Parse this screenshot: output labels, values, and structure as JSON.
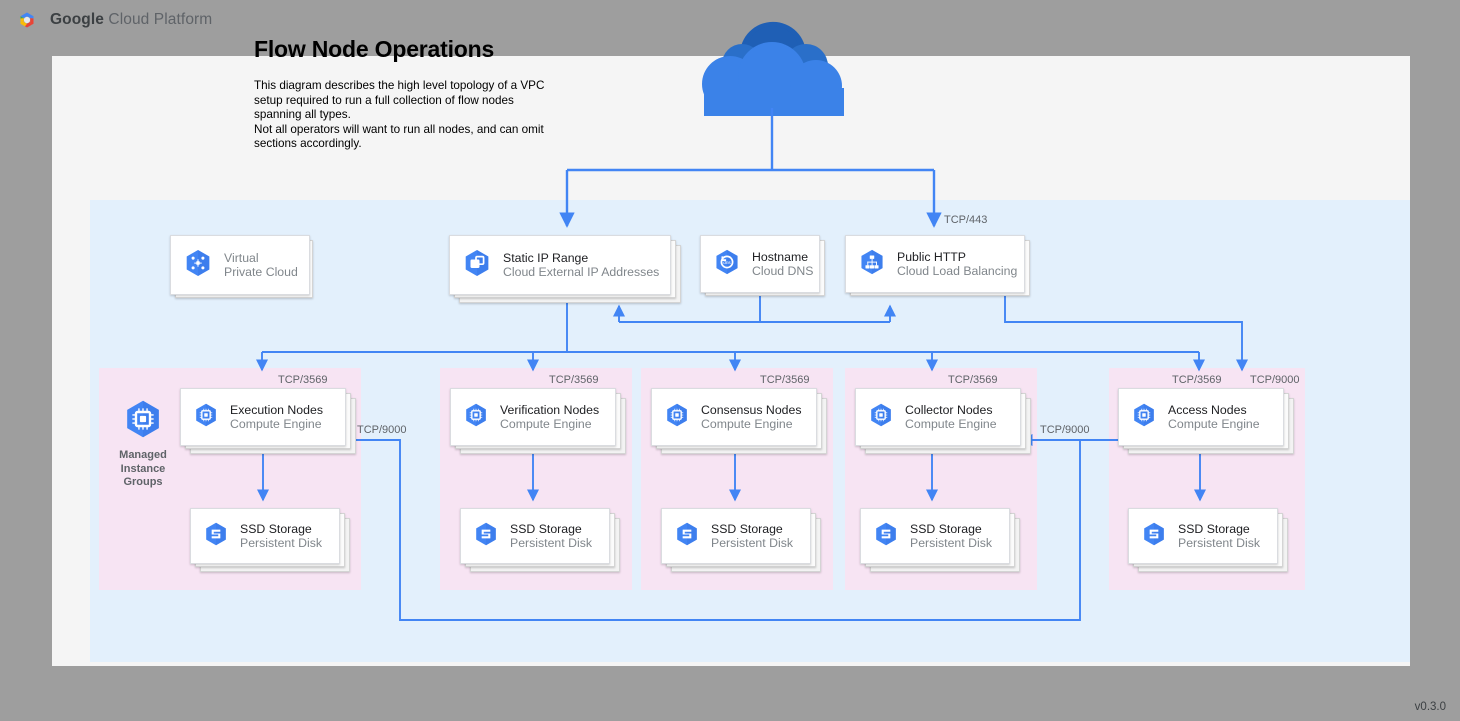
{
  "header": {
    "logo_icon": "google-cloud-platform-logo",
    "brand_bold": "Google",
    "brand_rest": " Cloud Platform"
  },
  "diagram": {
    "title": "Flow Node Operations",
    "description": "This diagram describes the high level topology of a VPC setup required to run a full collection of flow nodes spanning all types.\nNot all operators will want to run all nodes, and can omit sections accordingly.",
    "internet_cloud_icon": "cloud-icon",
    "version": "v0.3.0"
  },
  "vpc_row": {
    "vpc_card": {
      "title": "Virtual",
      "subtitle": "Private Cloud",
      "icon": "virtual-private-cloud-icon"
    },
    "static_ip": {
      "title": "Static IP Range",
      "subtitle": "Cloud External IP Addresses",
      "icon": "external-ip-icon"
    },
    "hostname": {
      "title": "Hostname",
      "subtitle": "Cloud DNS",
      "icon": "cloud-dns-icon"
    },
    "public_http": {
      "title": "Public HTTP",
      "subtitle": "Cloud Load Balancing",
      "icon": "load-balancing-icon"
    }
  },
  "mig": {
    "icon": "managed-instance-groups-icon",
    "label": "Managed\nInstance\nGroups"
  },
  "node_groups": [
    {
      "id": "execution",
      "node": {
        "title": "Execution Nodes",
        "subtitle": "Compute Engine",
        "icon": "compute-engine-icon"
      },
      "storage": {
        "title": "SSD Storage",
        "subtitle": "Persistent Disk",
        "icon": "persistent-disk-icon"
      },
      "ingress_port": "TCP/3569"
    },
    {
      "id": "verification",
      "node": {
        "title": "Verification Nodes",
        "subtitle": "Compute Engine",
        "icon": "compute-engine-icon"
      },
      "storage": {
        "title": "SSD Storage",
        "subtitle": "Persistent Disk",
        "icon": "persistent-disk-icon"
      },
      "ingress_port": "TCP/3569"
    },
    {
      "id": "consensus",
      "node": {
        "title": "Consensus Nodes",
        "subtitle": "Compute Engine",
        "icon": "compute-engine-icon"
      },
      "storage": {
        "title": "SSD Storage",
        "subtitle": "Persistent Disk",
        "icon": "persistent-disk-icon"
      },
      "ingress_port": "TCP/3569"
    },
    {
      "id": "collector",
      "node": {
        "title": "Collector Nodes",
        "subtitle": "Compute Engine",
        "icon": "compute-engine-icon"
      },
      "storage": {
        "title": "SSD Storage",
        "subtitle": "Persistent Disk",
        "icon": "persistent-disk-icon"
      },
      "ingress_port": "TCP/3569"
    },
    {
      "id": "access",
      "node": {
        "title": "Access Nodes",
        "subtitle": "Compute Engine",
        "icon": "compute-engine-icon"
      },
      "storage": {
        "title": "SSD Storage",
        "subtitle": "Persistent Disk",
        "icon": "persistent-disk-icon"
      },
      "ingress_port": "TCP/3569",
      "ingress_port_2": "TCP/9000"
    }
  ],
  "connector_labels": {
    "tcp443": "TCP/443",
    "tcp9000_to_execution": "TCP/9000",
    "tcp9000_to_collector": "TCP/9000"
  },
  "colors": {
    "accent_blue": "#4285f4",
    "vpc_fill": "#e3f0fc",
    "group_fill": "#f7e4f3",
    "canvas": "#f5f5f5",
    "page_bg": "#9e9e9e",
    "cloud_light": "#3b82e8",
    "cloud_dark": "#1f5fb5"
  }
}
